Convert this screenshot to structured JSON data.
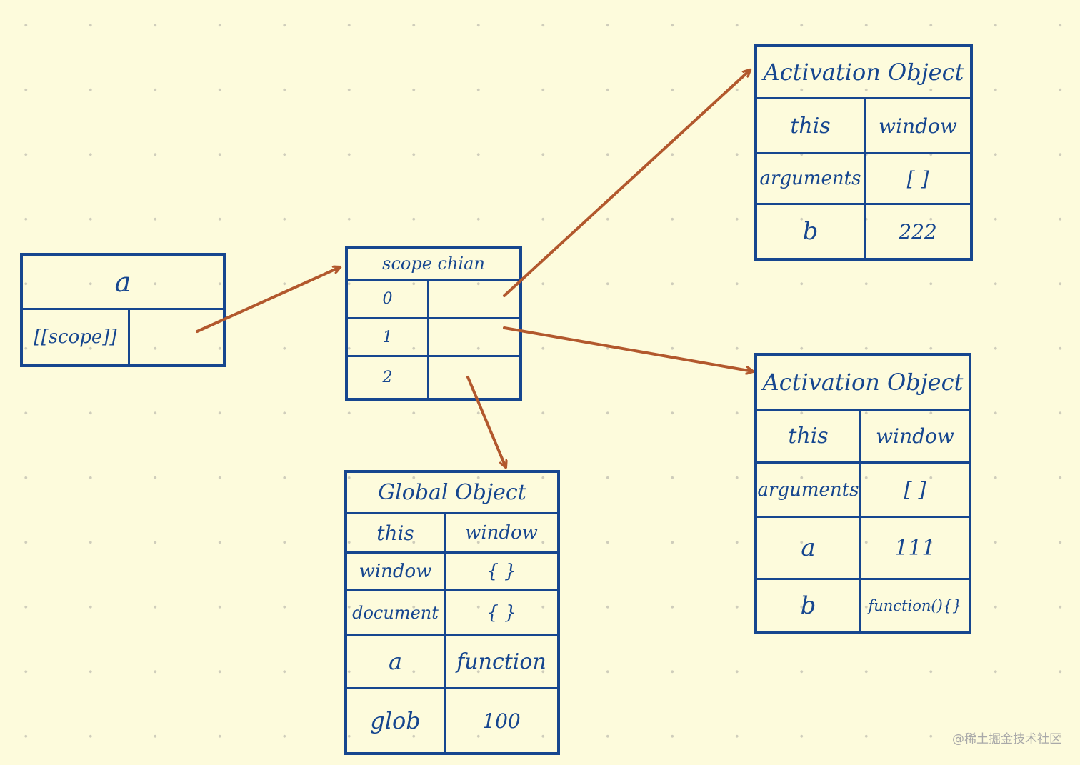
{
  "colors": {
    "background": "#fdfbdc",
    "ink": "#16468f",
    "arrow": "#b2582d",
    "grid_dot": "#cfcdbb",
    "watermark": "#a9a9a9"
  },
  "function_a": {
    "title": "a",
    "scope_label": "[[scope]]",
    "scope_value": ""
  },
  "scope_chain": {
    "title": "scope chian",
    "rows": [
      {
        "index": "0",
        "value": ""
      },
      {
        "index": "1",
        "value": ""
      },
      {
        "index": "2",
        "value": ""
      }
    ]
  },
  "activation_object_b": {
    "title": "Activation Object",
    "rows": [
      {
        "key": "this",
        "value": "window"
      },
      {
        "key": "arguments",
        "value": "[ ]"
      },
      {
        "key": "b",
        "value": "222"
      }
    ]
  },
  "activation_object_a": {
    "title": "Activation Object",
    "rows": [
      {
        "key": "this",
        "value": "window"
      },
      {
        "key": "arguments",
        "value": "[ ]"
      },
      {
        "key": "a",
        "value": "111"
      },
      {
        "key": "b",
        "value": "function(){}"
      }
    ]
  },
  "global_object": {
    "title": "Global Object",
    "rows": [
      {
        "key": "this",
        "value": "window"
      },
      {
        "key": "window",
        "value": "{ }"
      },
      {
        "key": "document",
        "value": "{ }"
      },
      {
        "key": "a",
        "value": "function"
      },
      {
        "key": "glob",
        "value": "100"
      }
    ]
  },
  "watermark": "@稀土掘金技术社区"
}
